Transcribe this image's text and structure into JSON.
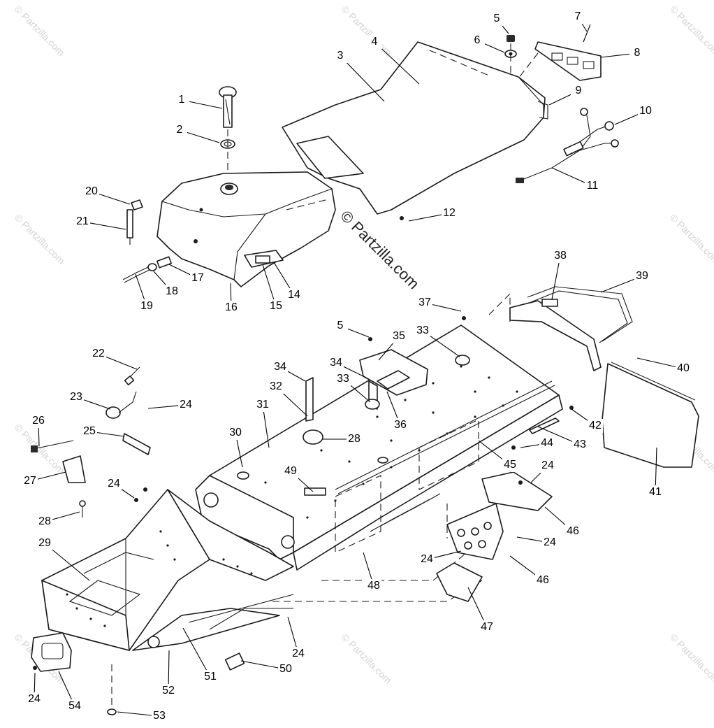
{
  "watermark": {
    "repeated": "© Partzilla.com",
    "center": "© Partzilla.com"
  },
  "callouts": [
    "1",
    "2",
    "3",
    "4",
    "5",
    "6",
    "7",
    "8",
    "9",
    "10",
    "11",
    "12",
    "14",
    "15",
    "16",
    "17",
    "18",
    "19",
    "20",
    "21",
    "22",
    "23",
    "24",
    "25",
    "26",
    "27",
    "28",
    "29",
    "30",
    "31",
    "32",
    "33",
    "34",
    "35",
    "36",
    "37",
    "38",
    "39",
    "40",
    "41",
    "42",
    "43",
    "44",
    "45",
    "46",
    "47",
    "48",
    "49",
    "50",
    "51",
    "52",
    "53",
    "54"
  ],
  "colors": {
    "line": "#1a1a1a",
    "watermark": "#d4d4d4",
    "background": "#ffffff"
  }
}
